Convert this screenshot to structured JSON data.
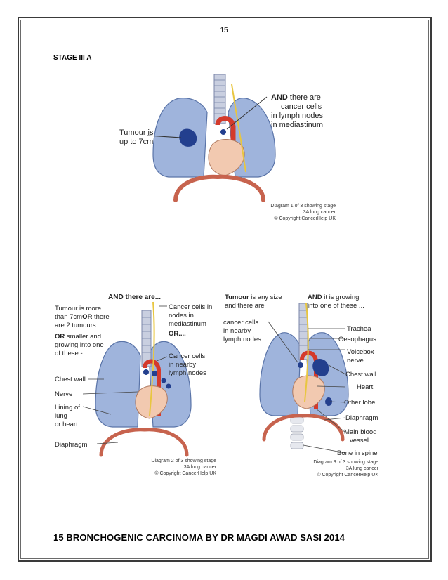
{
  "page": {
    "number": "15",
    "stage_title": "STAGE III A",
    "footer": "15   BRONCHOGENIC CARCINOMA  BY  DR MAGDI AWAD SASI  2014"
  },
  "diagram1": {
    "labels": {
      "tumour_line1": "Tumour is",
      "tumour_line2": "up to 7cm",
      "and_there": "AND",
      "and_there_rest": " there are",
      "nodes_line1": "cancer cells",
      "nodes_line2": "in lymph nodes",
      "nodes_line3": "in mediastinum"
    },
    "caption": [
      "Diagram 1 of 3 showing stage",
      "3A lung cancer",
      "© Copyright CancerHelp UK"
    ]
  },
  "diagram2": {
    "labels": {
      "and_there_are": "AND there are...",
      "left_line1": "Tumour is more",
      "left_line2": "than 7cm",
      "left_or1": "OR",
      "left_line2b": " there",
      "left_line3": "are 2 tumours",
      "left_or2": "OR",
      "left_line4": " smaller and",
      "left_line5": "growing into one",
      "left_line6": "of these -",
      "chest_wall": "Chest wall",
      "nerve": "Nerve",
      "lining1": "Lining of",
      "lining2": "lung",
      "lining3": "or heart",
      "diaphragm": "Diaphragm",
      "right1": "Cancer cells in",
      "right2": "nodes in",
      "right3": "mediastinum",
      "right_or": "OR....",
      "right4": "Cancer cells",
      "right5": "in nearby",
      "right6": "lymph nodes"
    },
    "caption": [
      "Diagram 2 of 3 showing stage",
      "3A lung cancer",
      "© Copyright CancerHelp UK"
    ]
  },
  "diagram3": {
    "labels": {
      "tumour_bold": "Tumour",
      "tumour_rest": " is any size",
      "and_there_are": "and there are",
      "and_bold": "AND",
      "and_rest": " it is growing",
      "into_one": "into one of these ...",
      "cells1": "cancer cells",
      "cells2": "in nearby",
      "cells3": "lymph nodes",
      "trachea": "Trachea",
      "oesophagus": "Oesophagus",
      "voicebox1": "Voicebox",
      "voicebox2": "nerve",
      "chest_wall": "Chest wall",
      "heart": "Heart",
      "other_lobe": "Other lobe",
      "diaphragm": "Diaphragm",
      "blood1": "Main blood",
      "blood2": "vessel",
      "bone": "Bone in spine"
    },
    "caption": [
      "Diagram 3 of 3 showing stage",
      "3A lung cancer",
      "© Copyright CancerHelp UK"
    ]
  },
  "colors": {
    "lung": "#9fb4dc",
    "lung_stroke": "#5a74a8",
    "tumour": "#233f8e",
    "heart": "#f2c9b0",
    "aorta": "#d43a2c",
    "diaphragm": "#c7634e",
    "nerve": "#e8c640",
    "trachea": "#c9cfe0"
  }
}
